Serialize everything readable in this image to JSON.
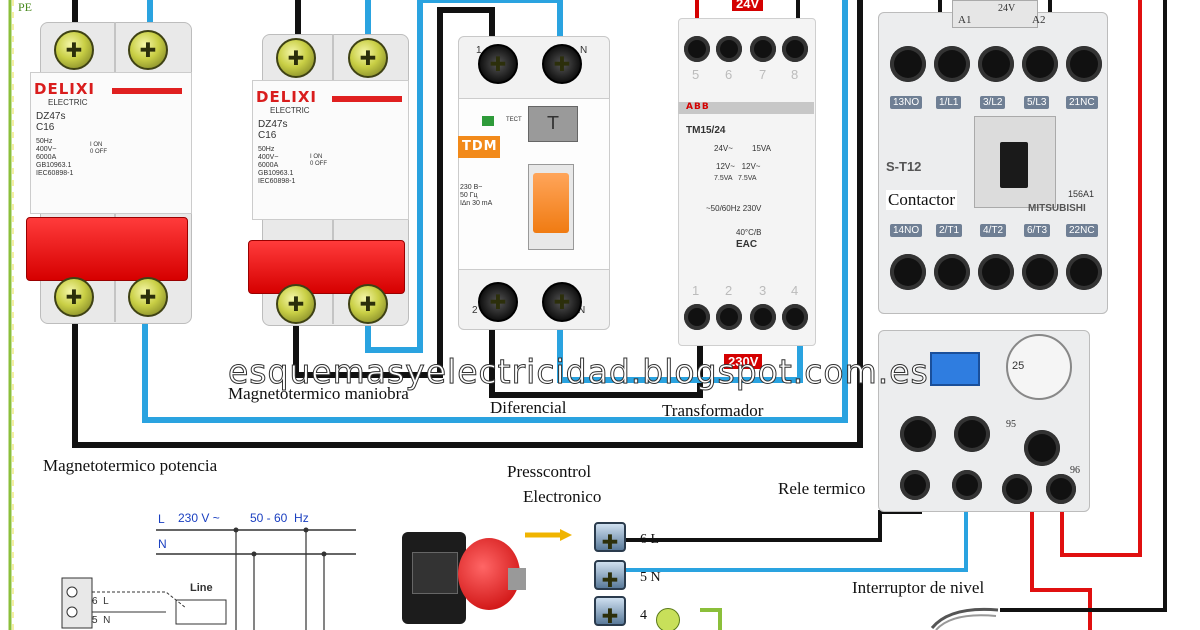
{
  "pe_label": "PE",
  "watermark": "esquemasyelectricidad.blogspot.com.es",
  "breaker_power": {
    "brand": "DELIXI",
    "subtitle": "ELECTRIC",
    "model": "DZ47s",
    "rating": "C16",
    "specs": "50Hz\n400V~\n6000A\nGB10963.1\nIEC60898-1",
    "on_off": "I ON\n0 OFF",
    "label": "Magnetotermico potencia"
  },
  "breaker_control": {
    "brand": "DELIXI",
    "subtitle": "ELECTRIC",
    "model": "DZ47s",
    "rating": "C16",
    "specs": "50Hz\n400V~\n6000A\nGB10963.1\nIEC60898-1",
    "on_off": "I ON\n0 OFF",
    "label": "Magnetotermico maniobra"
  },
  "rcd": {
    "brand": "TDM",
    "test": "TECT",
    "test_key": "T",
    "terminal_top_left": "1",
    "terminal_top_right": "N",
    "terminal_bottom_left": "2",
    "terminal_bottom_right": "N",
    "specs": "230 B~\n50 Гц\nI∆n 30 mA",
    "label": "Diferencial"
  },
  "transformer": {
    "brand": "ABB",
    "model": "TM15/24",
    "voltage_out_badge": "24V",
    "voltage_in_badge": "230V",
    "top_terminals": [
      "5",
      "6",
      "7",
      "8"
    ],
    "bottom_terminals": [
      "1",
      "2",
      "3",
      "4"
    ],
    "line1": "24V~",
    "line1_va": "15VA",
    "line2": "12V~   12V~",
    "line3": "7.5VA   7.5VA",
    "line4": "~50/60Hz 230V",
    "line5": "40°C/B",
    "line6": "EAC",
    "label": "Transformador"
  },
  "contactor": {
    "model": "S-T12",
    "brand": "MITSUBISHI",
    "code": "156A1",
    "coil_a1": "A1",
    "coil_a2": "A2",
    "coil_voltage": "24V",
    "top_terms": [
      "13NO",
      "1/L1",
      "3/L2",
      "5/L3",
      "21NC"
    ],
    "bottom_terms": [
      "14NO",
      "2/T1",
      "4/T2",
      "6/T3",
      "22NC"
    ],
    "label": "Contactor"
  },
  "thermal_relay": {
    "aux_95": "95",
    "aux_96": "96",
    "dial": "25",
    "label": "Rele termico"
  },
  "presscontrol": {
    "label_line1": "Presscontrol",
    "label_line2": "Electronico",
    "terminals": [
      "6 L",
      "5 N",
      "4"
    ]
  },
  "level_switch": {
    "label": "Interruptor de nivel"
  },
  "schematic": {
    "l_label": "L",
    "n_label": "N",
    "voltage": "230 V ~",
    "freq": "50 - 60  Hz",
    "line_text": "Line",
    "terms": [
      "6  L",
      "5  N"
    ]
  }
}
